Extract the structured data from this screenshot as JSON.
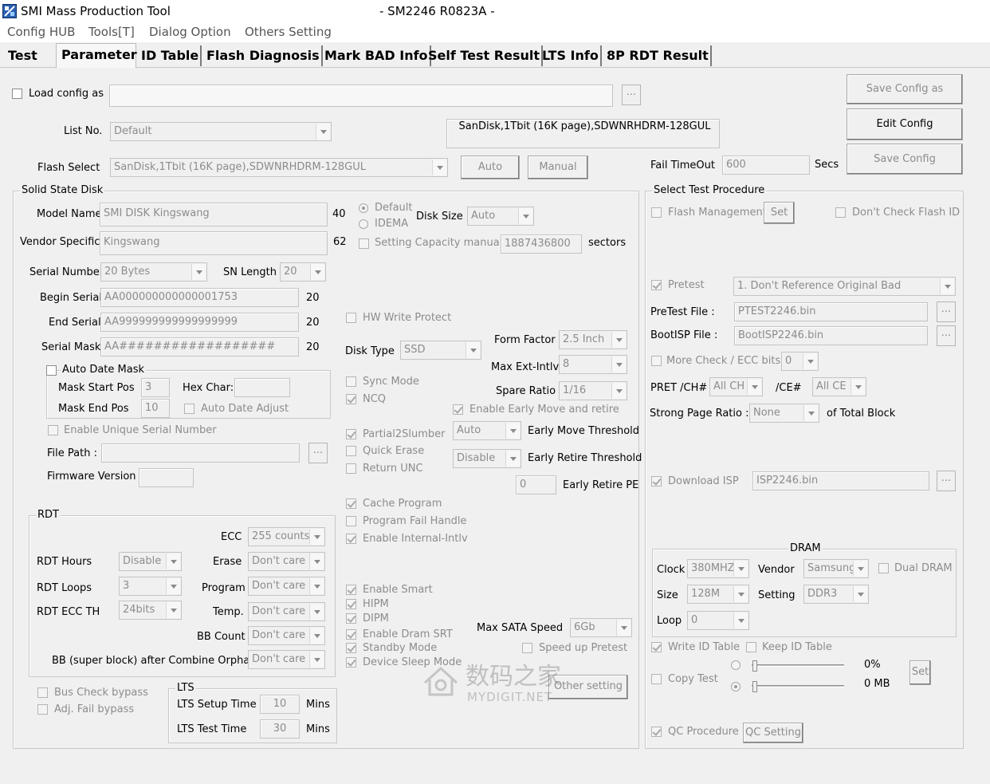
{
  "window": {
    "app_title": "SMI Mass Production Tool",
    "subtitle": "- SM2246 R0823A -"
  },
  "menu": [
    "Config HUB",
    "Tools[T]",
    "Dialog Option",
    "Others Setting"
  ],
  "tabs": [
    "Test",
    "Parameter",
    "ID Table",
    "Flash Diagnosis",
    "Mark BAD Info",
    "Self Test Result",
    "LTS Info",
    "8P RDT Result"
  ],
  "top": {
    "load_config_label": "Load config as",
    "browse": "...",
    "list_no_label": "List No.",
    "list_no_value": "Default",
    "flash_info": "SanDisk,1Tbit (16K page),SDWNRHDRM-128GUL",
    "flash_select_label": "Flash Select",
    "flash_select_value": "SanDisk,1Tbit (16K page),SDWNRHDRM-128GUL",
    "auto_button": "Auto",
    "manual_button": "Manual",
    "fail_timeout_label": "Fail TimeOut",
    "fail_timeout_value": "600",
    "secs": "Secs",
    "save_config_as": "Save Config as",
    "edit_config": "Edit Config",
    "save_config": "Save Config"
  },
  "ssd": {
    "group_title": "Solid State Disk",
    "model_name_label": "Model Name",
    "model_name_value": "SMI DISK Kingswang",
    "model_name_len": "40",
    "vendor_label": "Vendor Specific",
    "vendor_value": "Kingswang",
    "vendor_len": "62",
    "default_radio": "Default",
    "idema_radio": "IDEMA",
    "disk_size_label": "Disk Size",
    "disk_size_value": "Auto",
    "capacity_label": "Setting Capacity manually",
    "capacity_value": "1887436800",
    "sectors": "sectors",
    "serial_number_label": "Serial Number",
    "serial_number_value": "20 Bytes",
    "sn_length_label": "SN Length",
    "sn_length_value": "20",
    "begin_serial_label": "Begin Serial",
    "begin_serial_value": "AA000000000000001753",
    "begin_serial_len": "20",
    "end_serial_label": "End Serial",
    "end_serial_value": "AA999999999999999999",
    "end_serial_len": "20",
    "serial_mask_label": "Serial Mask",
    "serial_mask_value": "AA##################",
    "serial_mask_len": "20",
    "auto_date_mask": "Auto Date Mask",
    "mask_start_label": "Mask Start Pos",
    "mask_start_value": "3",
    "hex_char_label": "Hex Char:",
    "mask_end_label": "Mask End Pos",
    "mask_end_value": "10",
    "auto_date_adjust": "Auto Date Adjust",
    "unique_serial": "Enable Unique Serial Number",
    "file_path_label": "File Path :",
    "firmware_label": "Firmware Version",
    "hw_write_protect": "HW Write Protect",
    "disk_type_label": "Disk Type",
    "disk_type_value": "SSD",
    "form_factor_label": "Form Factor",
    "form_factor_value": "2.5 Inch",
    "max_ext_label": "Max Ext-Intlv",
    "max_ext_value": "8",
    "sync_mode": "Sync Mode",
    "ncq": "NCQ",
    "spare_ratio_label": "Spare Ratio",
    "spare_ratio_value": "1/16",
    "early_move_retire": "Enable Early Move and retire",
    "partial2slumber": "Partial2Slumber",
    "early_move_value": "Auto",
    "early_move_label": "Early Move Threshold",
    "quick_erase": "Quick Erase",
    "early_retire_value": "Disable",
    "early_retire_label": "Early Retire Threshold",
    "return_unc": "Return UNC",
    "early_retire_pe_value": "0",
    "early_retire_pe_label": "Early Retire PE",
    "cache_program": "Cache Program",
    "program_fail_handle": "Program Fail Handle",
    "enable_internal_intlv": "Enable Internal-Intlv",
    "enable_smart": "Enable Smart",
    "hipm": "HIPM",
    "dipm": "DIPM",
    "enable_dram_srt": "Enable Dram SRT",
    "standby_mode": "Standby Mode",
    "device_sleep": "Device Sleep Mode",
    "max_sata_label": "Max SATA Speed",
    "max_sata_value": "6Gb",
    "speed_up_pretest": "Speed up Pretest",
    "other_setting": "Other setting",
    "bus_check": "Bus Check bypass",
    "adj_fail": "Adj. Fail bypass"
  },
  "rdt": {
    "group_title": "RDT",
    "ecc_label": "ECC",
    "ecc_value": "255 counts",
    "hours_label": "RDT Hours",
    "hours_value": "Disable",
    "erase_label": "Erase",
    "erase_value": "Don't care",
    "loops_label": "RDT Loops",
    "loops_value": "3",
    "program_label": "Program",
    "program_value": "Don't care",
    "ecc_th_label": "RDT ECC TH",
    "ecc_th_value": "24bits",
    "temp_label": "Temp.",
    "temp_value": "Don't care",
    "bb_count_label": "BB Count",
    "bb_count_value": "Don't care",
    "bb_orphan_label": "BB (super block) after Combine Orphan",
    "bb_orphan_value": "Don't care"
  },
  "lts": {
    "group_title": "LTS",
    "setup_label": "LTS Setup Time",
    "setup_value": "10",
    "test_label": "LTS Test Time",
    "test_value": "30",
    "mins": "Mins"
  },
  "procedure": {
    "group_title": "Select Test Procedure",
    "flash_management": "Flash Management",
    "set": "Set",
    "dont_check_flash_id": "Don't Check Flash ID",
    "pretest": "Pretest",
    "pretest_value": "1. Don't Reference Original Bad",
    "pretest_file_label": "PreTest File :",
    "pretest_file_value": "PTEST2246.bin",
    "bootisp_label": "BootISP File :",
    "bootisp_value": "BootISP2246.bin",
    "more_check": "More Check / ECC bits",
    "more_check_value": "0",
    "pret_ch_label": "PRET /CH#",
    "pret_ch_value": "All CH",
    "ce_label": "/CE#",
    "ce_value": "All CE",
    "strong_page_label": "Strong Page Ratio :",
    "strong_page_value": "None",
    "of_total_block": "of Total Block",
    "download_isp": "Download ISP",
    "isp_value": "ISP2246.bin",
    "write_id_table": "Write ID Table",
    "keep_id_table": "Keep ID Table",
    "copy_test": "Copy Test",
    "copy_pct": "0%",
    "copy_mb": "0 MB",
    "qc_procedure": "QC Procedure",
    "qc_setting": "QC Setting"
  },
  "dram": {
    "group_title": "DRAM",
    "clock_label": "Clock",
    "clock_value": "380MHZ",
    "vendor_label": "Vendor",
    "vendor_value": "Samsung",
    "dual_dram": "Dual DRAM",
    "size_label": "Size",
    "size_value": "128M",
    "setting_label": "Setting",
    "setting_value": "DDR3",
    "loop_label": "Loop",
    "loop_value": "0"
  },
  "watermark": {
    "cn": "数码之家",
    "en": "MYDIGIT.NET"
  }
}
